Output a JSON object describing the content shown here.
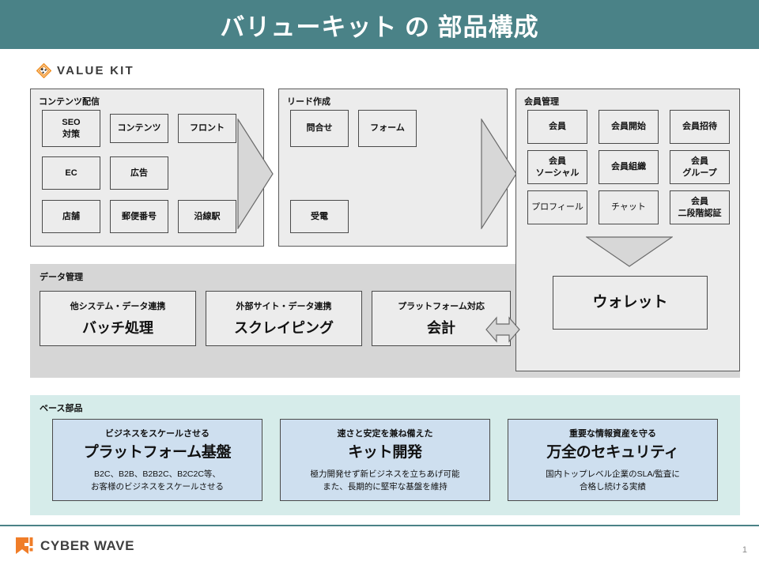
{
  "header": {
    "title": "バリューキット の 部品構成",
    "bar_color": "#4a8287"
  },
  "brand": {
    "valuekit_text": "VALUE KIT",
    "valuekit_icon": "diamond-logo-icon",
    "diamond_color": "#f0932b"
  },
  "groups": [
    {
      "label": "コンテンツ配信",
      "modules": [
        {
          "label": "SEO\n対策"
        },
        {
          "label": "コンテンツ"
        },
        {
          "label": "フロント"
        },
        {
          "label": "EC"
        },
        {
          "label": "広告"
        },
        {
          "label": "店舗"
        },
        {
          "label": "郵便番号"
        },
        {
          "label": "沿線駅"
        }
      ]
    },
    {
      "label": "リード作成",
      "modules": [
        {
          "label": "問合せ"
        },
        {
          "label": "フォーム"
        },
        {
          "label": "受電"
        }
      ]
    },
    {
      "label": "会員管理",
      "modules": [
        {
          "label": "会員"
        },
        {
          "label": "会員開始"
        },
        {
          "label": "会員招待"
        },
        {
          "label": "会員\nソーシャル"
        },
        {
          "label": "会員組織"
        },
        {
          "label": "会員\nグループ"
        },
        {
          "label": "プロフィール"
        },
        {
          "label": "チャット"
        },
        {
          "label": "会員\n二段階認証"
        }
      ],
      "wallet": {
        "label": "ウォレット"
      }
    }
  ],
  "data_management": {
    "label": "データ管理",
    "cards": [
      {
        "caption": "他システム・データ連携",
        "title": "バッチ処理"
      },
      {
        "caption": "外部サイト・データ連携",
        "title": "スクレイピング"
      },
      {
        "caption": "プラットフォーム対応",
        "title": "会計"
      }
    ]
  },
  "base_parts": {
    "label": "ベース部品",
    "cards": [
      {
        "caption": "ビジネスをスケールさせる",
        "title": "プラットフォーム基盤",
        "desc_line1": "B2C、B2B、B2B2C、B2C2C等、",
        "desc_line2": "お客様のビジネスをスケールさせる"
      },
      {
        "caption": "速さと安定を兼ね備えた",
        "title": "キット開発",
        "desc_line1": "極力開発せず新ビジネスを立ちあげ可能",
        "desc_line2": "また、長期的に堅牢な基盤を維持"
      },
      {
        "caption": "重要な情報資産を守る",
        "title": "万全のセキュリティ",
        "desc_line1": "国内トップレベル企業のSLA/監査に",
        "desc_line2": "合格し続ける実績"
      }
    ],
    "panel_color": "#d6ecea",
    "card_color": "#cedfef"
  },
  "footer": {
    "logo_text": "CYBER WAVE",
    "logo_icon": "cyberwave-mark-icon",
    "logo_color": "#f07d28",
    "page_number": "1"
  }
}
